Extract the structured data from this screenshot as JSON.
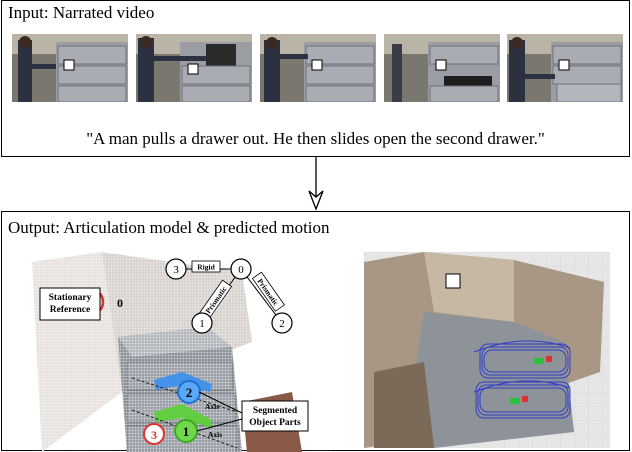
{
  "input": {
    "title": "Input: Narrated video",
    "caption": "\"A man pulls a drawer out. He then slides open the second drawer.\"",
    "frames": [
      "frame-1",
      "frame-2",
      "frame-3",
      "frame-4",
      "frame-5"
    ]
  },
  "output": {
    "title": "Output: Articulation model & predicted motion",
    "stationary_label": "Stationary\nReference",
    "stationary_node": "0",
    "segmented_label": "Segmented\nObject Parts",
    "axis_label": "Axis",
    "part_nodes": [
      "2",
      "1",
      "3"
    ],
    "graph": {
      "nodes": [
        "3",
        "0",
        "1",
        "2"
      ],
      "edges": [
        "Rigid",
        "Prismatic",
        "Prismatic"
      ]
    }
  },
  "colors": {
    "part_blue": "#3a8ef0",
    "part_green": "#5ad034",
    "part_red": "#e03030",
    "cabinet_gray": "#8e939a",
    "trajectory_blue": "#1f2fd0"
  }
}
